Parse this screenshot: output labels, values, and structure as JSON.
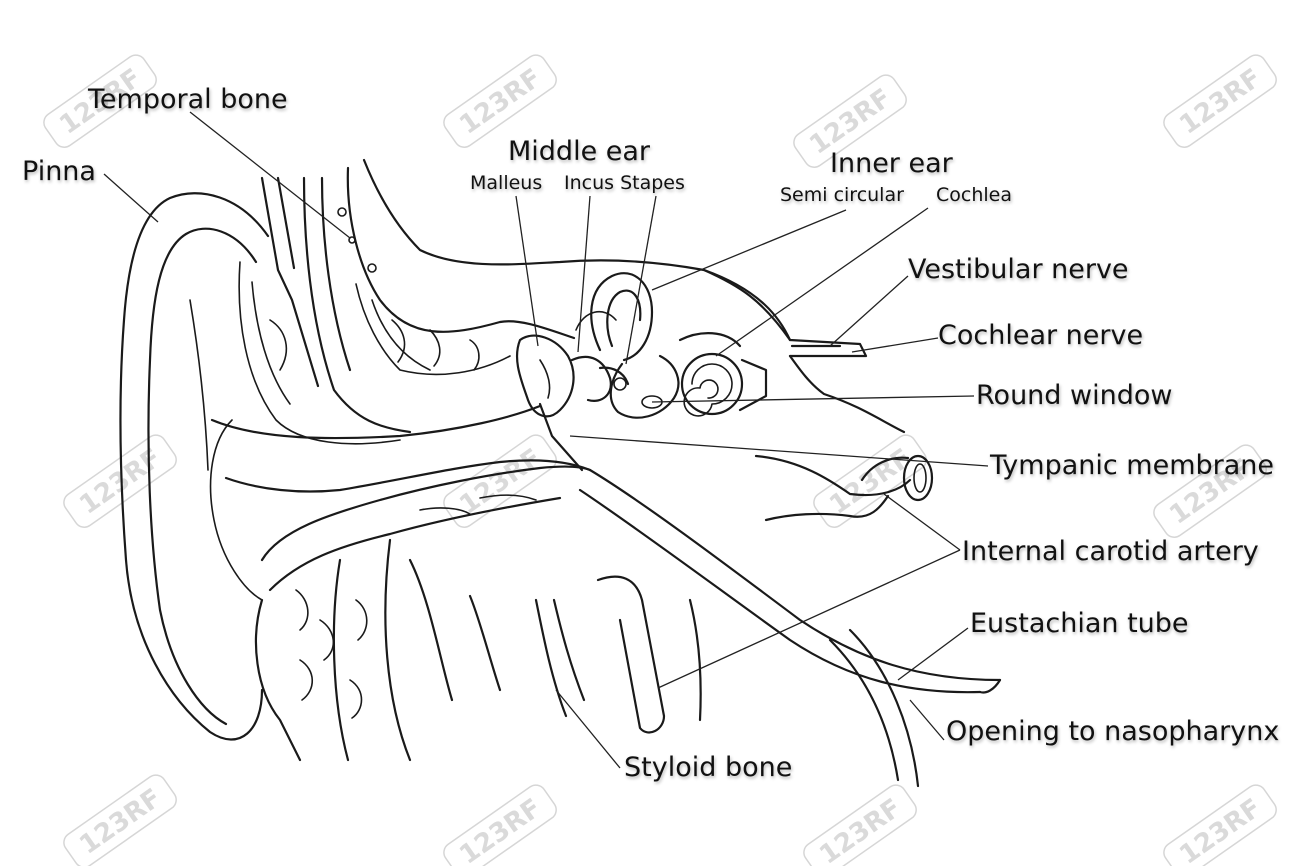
{
  "labels": {
    "temporal_bone": "Temporal bone",
    "pinna": "Pinna",
    "middle_ear": "Middle ear",
    "malleus": "Malleus",
    "incus_stapes": "Incus Stapes",
    "inner_ear": "Inner ear",
    "semi_circular": "Semi circular",
    "cochlea": "Cochlea",
    "vestibular_nerve": "Vestibular nerve",
    "cochlear_nerve": "Cochlear nerve",
    "round_window": "Round window",
    "tympanic_membrane": "Tympanic membrane",
    "internal_carotid_artery": "Internal carotid artery",
    "eustachian_tube": "Eustachian tube",
    "opening_to_nasopharynx": "Opening to nasopharynx",
    "styloid_bone": "Styloid bone"
  },
  "watermark": "123RF",
  "colors": {
    "line": "#1a1a1a",
    "text": "#111111",
    "watermark": "#d6d6d6",
    "background": "#ffffff"
  }
}
